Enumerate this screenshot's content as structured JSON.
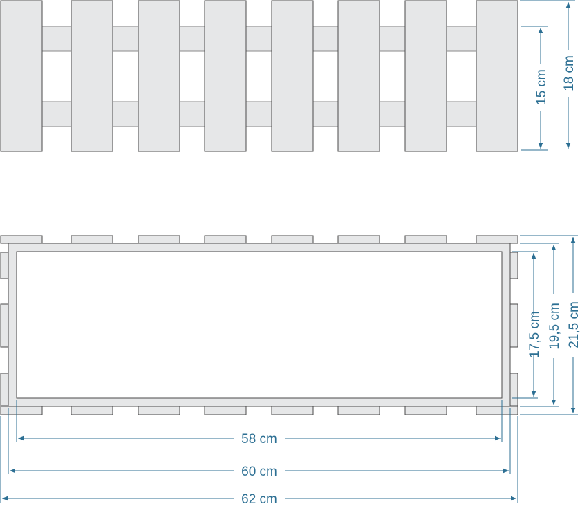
{
  "top_view": {
    "height_outer": "18 cm",
    "height_inner": "15 cm"
  },
  "bottom_view": {
    "width_inner": "58 cm",
    "width_mid": "60 cm",
    "width_outer": "62 cm",
    "depth_inner": "17,5 cm",
    "depth_mid": "19,5 cm",
    "depth_outer": "21,5 cm"
  },
  "colors": {
    "wood": "#e6e7e8",
    "outline": "#4a4a4a",
    "dimension": "#2c6f93"
  }
}
